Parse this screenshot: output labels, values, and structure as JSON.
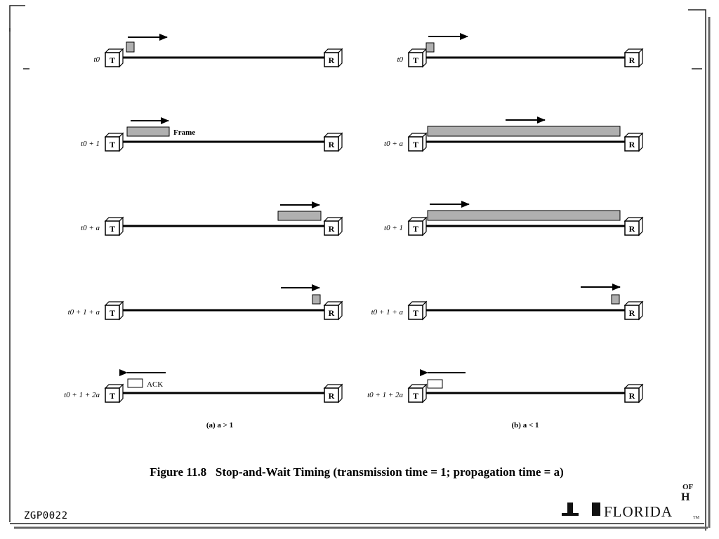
{
  "figure": {
    "caption": "Figure 11.8   Stop-and-Wait Timing (transmission time = 1; propagation time = a)"
  },
  "panels": [
    {
      "subcaption": "(a) a > 1",
      "rows": [
        {
          "time_label": "t0"
        },
        {
          "time_label": "t0 + 1",
          "frame_label": "Frame"
        },
        {
          "time_label": "t0 + a"
        },
        {
          "time_label": "t0 + 1 + a"
        },
        {
          "time_label": "t0 + 1 + 2a",
          "ack_label": "ACK"
        }
      ]
    },
    {
      "subcaption": "(b) a < 1",
      "rows": [
        {
          "time_label": "t0"
        },
        {
          "time_label": "t0 + a"
        },
        {
          "time_label": "t0 + 1"
        },
        {
          "time_label": "t0 + 1 + a"
        },
        {
          "time_label": "t0 + 1 + 2a"
        }
      ]
    }
  ],
  "box_labels": {
    "transmitter": "T",
    "receiver": "R"
  },
  "slide_code": "ZGP0022",
  "logo": {
    "text": "FLORIDA",
    "small_top": "OF",
    "small_mid": "H",
    "tm": "TM"
  }
}
